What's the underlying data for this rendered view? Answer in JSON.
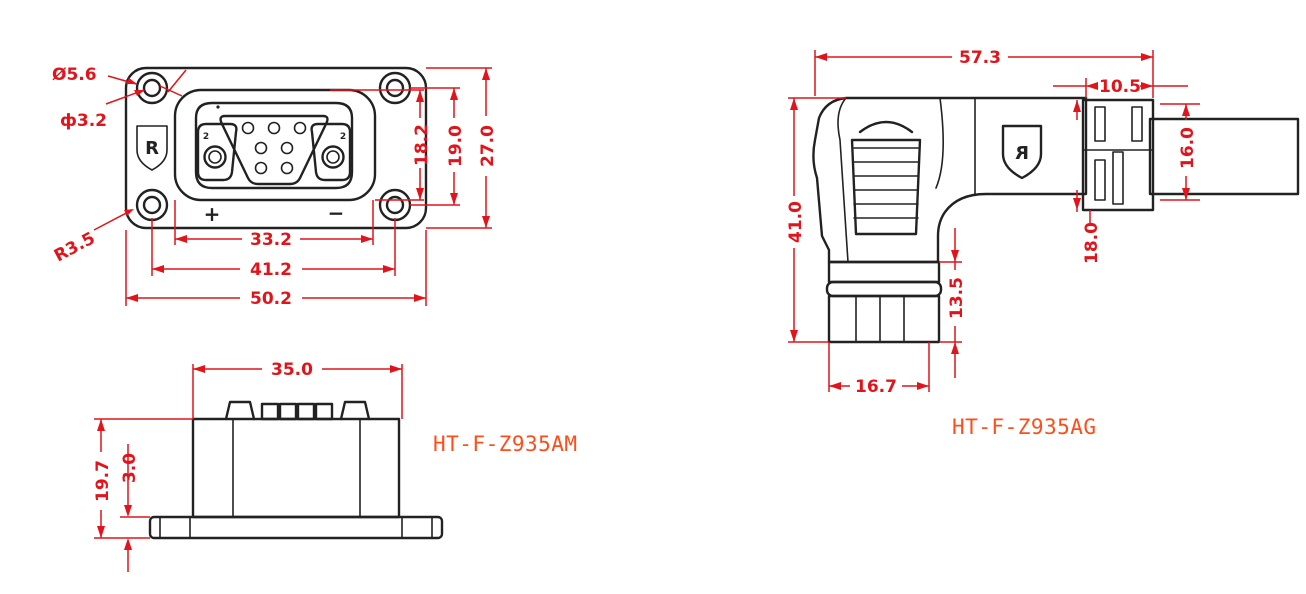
{
  "drawing": {
    "colors": {
      "dimension": "#e1141b",
      "label": "#ff4d1a",
      "outline": "#222222",
      "background": "#ffffff"
    },
    "front_view": {
      "dims": {
        "outer_hole": "Ø5.6",
        "inner_hole": "ф3.2",
        "corner_radius": "R3.5",
        "pin_span": "33.2",
        "hole_pitch_x": "41.2",
        "width": "50.2",
        "contact_height": "18.2",
        "hole_pitch_y": "19.0",
        "height": "27.0"
      },
      "plus_sign": "+",
      "minus_sign": "−",
      "pin_labels": [
        "2",
        "2"
      ],
      "logo_letter": "R"
    },
    "bottom_view": {
      "dims": {
        "width": "35.0",
        "total_height": "19.7",
        "flange_thickness": "3.0"
      },
      "model_label": "HT-F-Z935AM"
    },
    "side_view": {
      "dims": {
        "total_length": "57.3",
        "tail_length": "10.5",
        "height": "41.0",
        "cable_diameter": "16.0",
        "tail_height": "18.0",
        "plug_length": "13.5",
        "plug_width": "16.7"
      },
      "logo_letter": "R",
      "model_label": "HT-F-Z935AG"
    }
  }
}
